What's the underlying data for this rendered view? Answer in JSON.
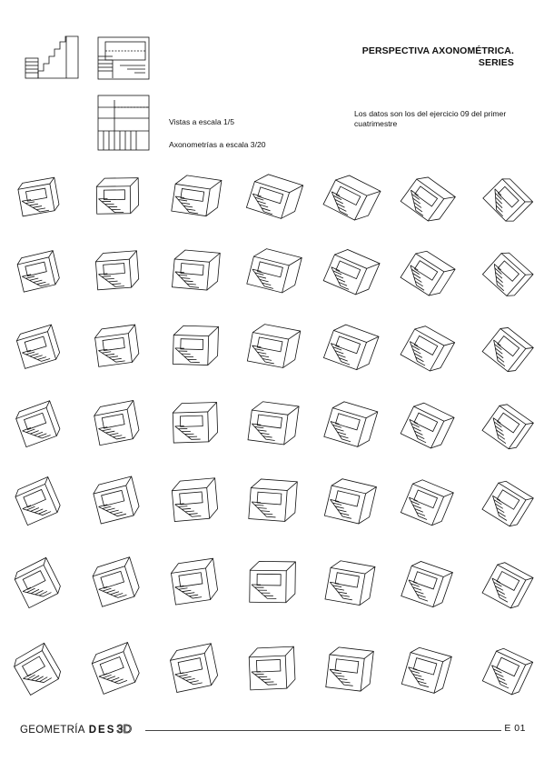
{
  "header": {
    "title_line1": "PERSPECTIVA AXONOMÉTRICA.",
    "title_line2": "SERIES"
  },
  "notes": {
    "data_source": "Los datos son los del ejercicio 09 del primer cuatrimestre",
    "views_scale": "Vistas a escala 1/5",
    "axonometry_scale": "Axonometrías a escala 3/20"
  },
  "footer": {
    "left_prefix": "GEOMETRÍA",
    "left_brand": "DES",
    "left_brand_3d": "3D",
    "page_code": "E 01"
  },
  "grid": {
    "rows": 7,
    "cols": 7
  },
  "colors": {
    "ink": "#111111",
    "paper": "#ffffff"
  }
}
